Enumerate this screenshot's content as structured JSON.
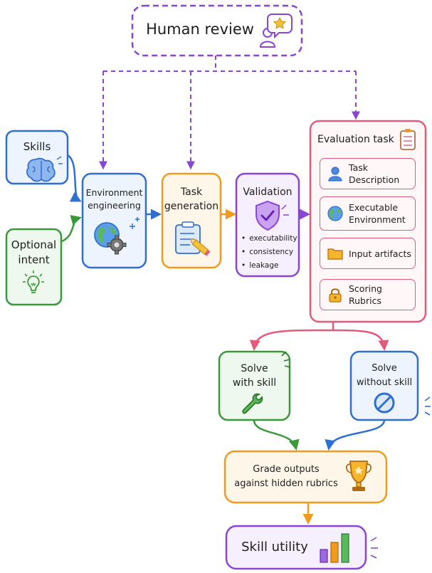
{
  "nodes": {
    "human_review": "Human review",
    "skills": "Skills",
    "optional_intent": [
      "Optional",
      "intent"
    ],
    "environment_engineering": [
      "Environment",
      "engineering"
    ],
    "task_generation": [
      "Task",
      "generation"
    ],
    "validation": {
      "title": "Validation",
      "checks": [
        "executability",
        "consistency",
        "leakage"
      ]
    },
    "evaluation_task": {
      "title": "Evaluation task",
      "components": [
        {
          "label": [
            "Task Description"
          ],
          "icon": "person-icon"
        },
        {
          "label": [
            "Executable",
            "Environment"
          ],
          "icon": "globe-icon"
        },
        {
          "label": [
            "Input artifacts"
          ],
          "icon": "folder-icon"
        },
        {
          "label": [
            "Scoring Rubrics"
          ],
          "icon": "lock-icon"
        }
      ]
    },
    "solve_with_skill": [
      "Solve",
      "with skill"
    ],
    "solve_without_skill": [
      "Solve",
      "without skill"
    ],
    "grade_outputs": [
      "Grade outputs",
      "against hidden rubrics"
    ],
    "skill_utility": "Skill utility"
  },
  "colors": {
    "purple": "#8b45d6",
    "blue": "#2f6fd0",
    "green": "#3a9a3a",
    "orange": "#f39a1e",
    "pink": "#e35a7a"
  }
}
